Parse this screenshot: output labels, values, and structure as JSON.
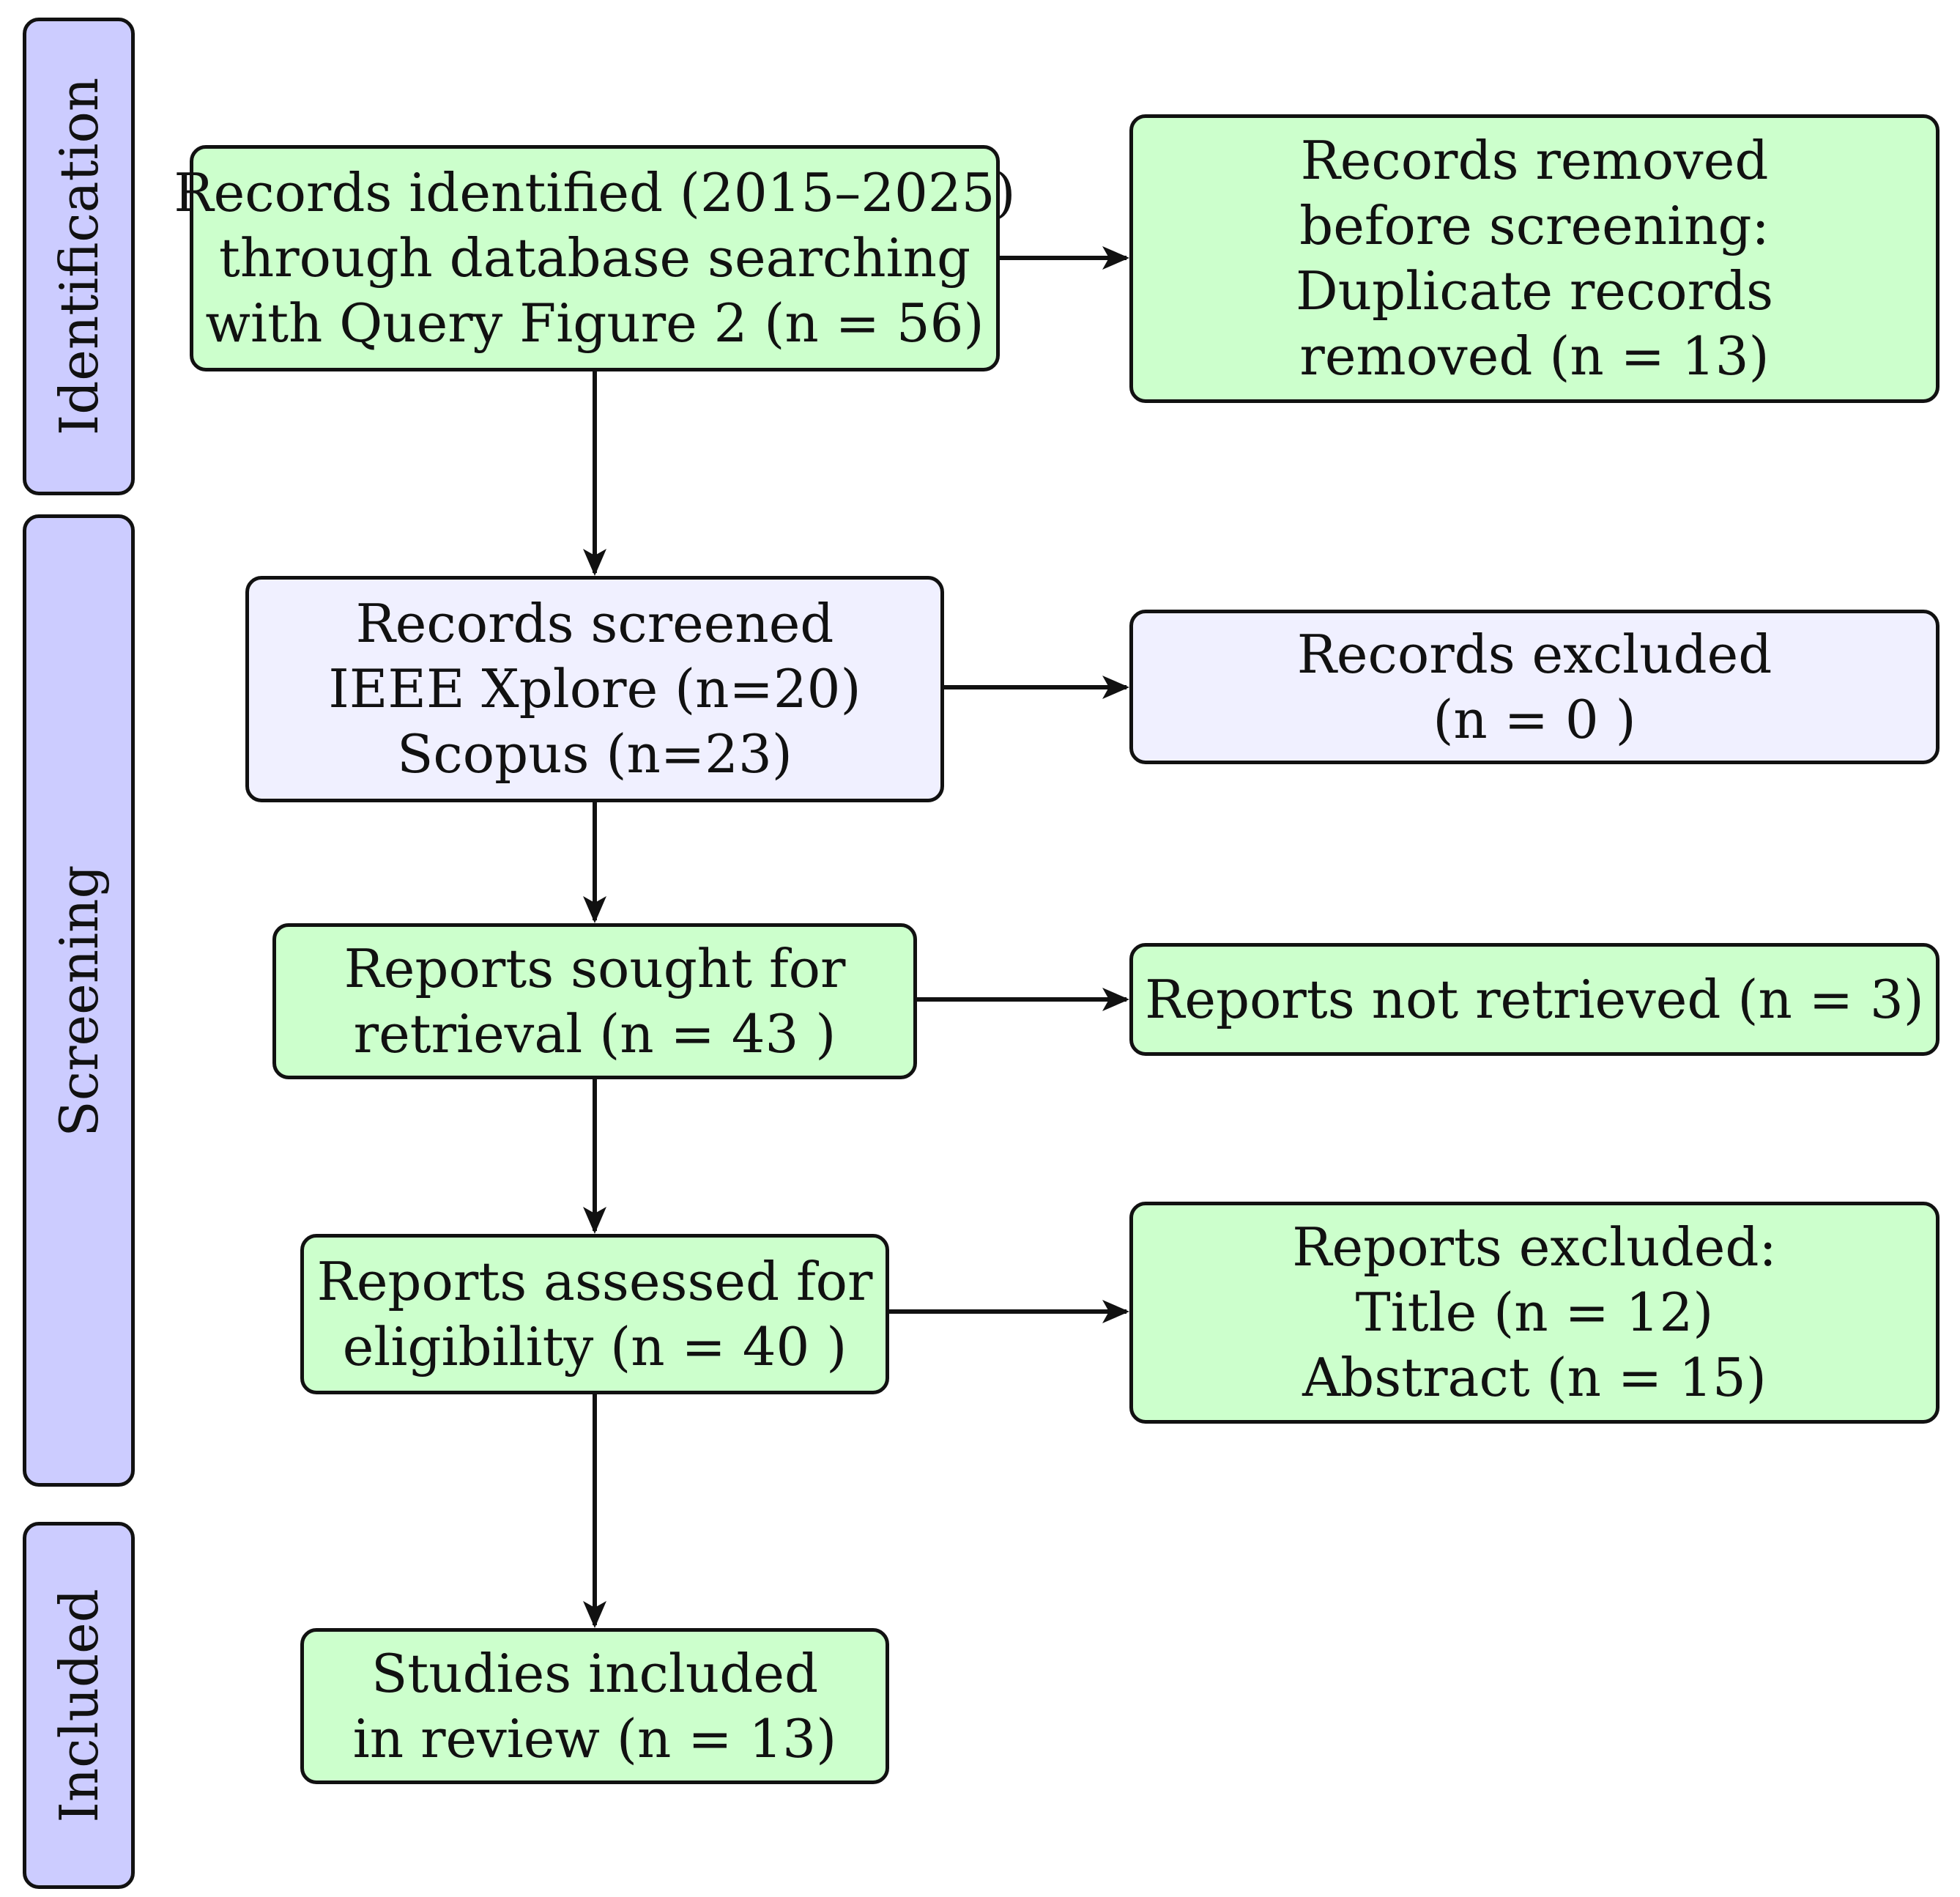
{
  "phases": {
    "identification": "Identification",
    "screening": "Screening",
    "included": "Included"
  },
  "boxes": {
    "records_identified": [
      "Records identified (2015–2025)",
      "through database searching",
      "with Query Figure 2 (n = 56)"
    ],
    "records_removed": [
      "Records removed",
      "before screening:",
      "Duplicate records",
      "removed (n = 13)"
    ],
    "records_screened": [
      "Records screened",
      "IEEE Xplore (n=20)",
      "Scopus (n=23)"
    ],
    "records_excluded": [
      "Records excluded",
      "(n = 0 )"
    ],
    "reports_sought": [
      "Reports sought for",
      "retrieval (n = 43 )"
    ],
    "reports_not_retrieved": [
      "Reports not retrieved (n = 3)"
    ],
    "reports_assessed": [
      "Reports assessed for",
      "eligibility (n = 40 )"
    ],
    "reports_excluded": [
      "Reports excluded:",
      "Title (n = 12)",
      "Abstract (n = 15)"
    ],
    "studies_included": [
      "Studies included",
      "in review (n = 13)"
    ]
  },
  "colors": {
    "green_fill": "#ccffcc",
    "lavender_fill": "#f0f0ff",
    "phase_fill": "#ccccff",
    "stroke": "#111111"
  }
}
